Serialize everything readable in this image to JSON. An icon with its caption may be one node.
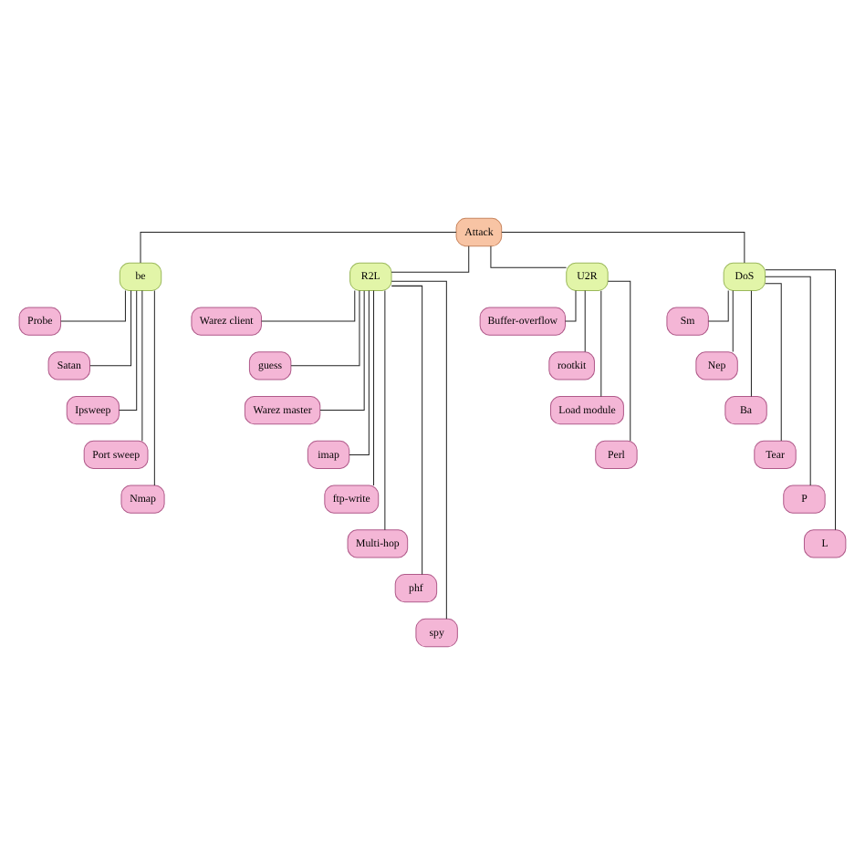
{
  "diagram": {
    "nodes": [
      {
        "text": [
          "Attack"
        ]
      },
      {
        "text": [
          "be"
        ]
      },
      {
        "text": [
          "R2L"
        ]
      },
      {
        "text": [
          "U2R"
        ]
      },
      {
        "text": [
          "DoS"
        ]
      },
      {
        "text": [
          "Probe"
        ]
      },
      {
        "text": [
          "Satan"
        ]
      },
      {
        "text": [
          "Ipsweep"
        ]
      },
      {
        "text": [
          "Port sweep"
        ]
      },
      {
        "text": [
          "Nmap"
        ]
      },
      {
        "text": [
          "Warez client"
        ]
      },
      {
        "text": [
          "guess"
        ]
      },
      {
        "text": [
          "Warez master"
        ]
      },
      {
        "text": [
          "imap"
        ]
      },
      {
        "text": [
          "ftp-write"
        ]
      },
      {
        "text": [
          "Multi-hop"
        ]
      },
      {
        "text": [
          "phf"
        ]
      },
      {
        "text": [
          "spy"
        ]
      },
      {
        "text": [
          "Buffer-overflow"
        ]
      },
      {
        "text": [
          "rootkit"
        ]
      },
      {
        "text": [
          "Load module"
        ]
      },
      {
        "text": [
          "Perl"
        ]
      },
      {
        "text": [
          "Sm"
        ]
      },
      {
        "text": [
          "Nep"
        ]
      },
      {
        "text": [
          "Ba"
        ]
      },
      {
        "text": [
          "Tear"
        ]
      },
      {
        "text": [
          "P"
        ]
      },
      {
        "text": [
          "L"
        ]
      }
    ],
    "edges": [
      {
        "from": 0,
        "to": 1,
        "arrow": "none"
      },
      {
        "from": 0,
        "to": 2,
        "arrow": "none"
      },
      {
        "from": 0,
        "to": 3,
        "arrow": "none"
      },
      {
        "from": 0,
        "to": 4,
        "arrow": "none"
      },
      {
        "from": 1,
        "to": 5,
        "arrow": "none"
      },
      {
        "from": 1,
        "to": 6,
        "arrow": "none"
      },
      {
        "from": 1,
        "to": 7,
        "arrow": "none"
      },
      {
        "from": 1,
        "to": 8,
        "arrow": "none"
      },
      {
        "from": 1,
        "to": 9,
        "arrow": "none"
      },
      {
        "from": 2,
        "to": 10,
        "arrow": "none"
      },
      {
        "from": 2,
        "to": 11,
        "arrow": "none"
      },
      {
        "from": 2,
        "to": 12,
        "arrow": "none"
      },
      {
        "from": 2,
        "to": 13,
        "arrow": "none"
      },
      {
        "from": 2,
        "to": 14,
        "arrow": "none"
      },
      {
        "from": 2,
        "to": 15,
        "arrow": "none"
      },
      {
        "from": 2,
        "to": 16,
        "arrow": "none"
      },
      {
        "from": 2,
        "to": 17,
        "arrow": "none"
      },
      {
        "from": 3,
        "to": 18,
        "arrow": "none"
      },
      {
        "from": 3,
        "to": 19,
        "arrow": "none"
      },
      {
        "from": 3,
        "to": 20,
        "arrow": "none"
      },
      {
        "from": 3,
        "to": 21,
        "arrow": "none"
      },
      {
        "from": 4,
        "to": 22,
        "arrow": "none"
      },
      {
        "from": 4,
        "to": 23,
        "arrow": "none"
      },
      {
        "from": 4,
        "to": 24,
        "arrow": "none"
      },
      {
        "from": 4,
        "to": 25,
        "arrow": "none"
      },
      {
        "from": 4,
        "to": 26,
        "arrow": "none"
      },
      {
        "from": 4,
        "to": 27,
        "arrow": "none"
      }
    ]
  }
}
